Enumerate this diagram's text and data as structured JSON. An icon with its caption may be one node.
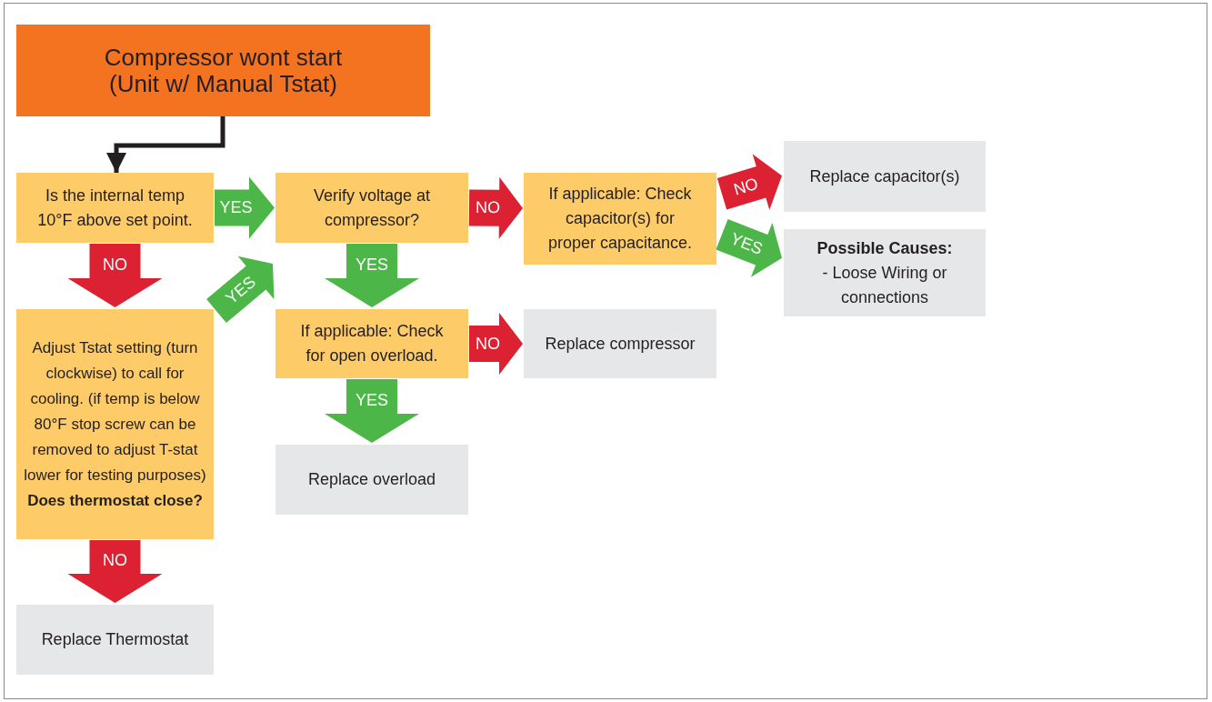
{
  "diagram": {
    "nodes": [
      {
        "text": [
          "Compressor wont start (Unit w/ Manual Tstat)"
        ]
      },
      {
        "text": [
          "Is the internal temp 10°F above set point."
        ]
      },
      {
        "text": [
          "Verify voltage at compressor?"
        ]
      },
      {
        "text": [
          "If applicable: Check capacitor(s) for proper capacitance."
        ]
      },
      {
        "text": [
          "Replace capacitor(s)"
        ]
      },
      {
        "text": [
          "Possible Causes:",
          "- Loose Wiring or connections"
        ]
      },
      {
        "text": [
          "Adjust Tstat setting (turn clockwise) to call for cooling. (if temp is below 80°F stop screw can be removed to adjust T-stat lower for testing purposes)",
          "Does thermostat close?"
        ]
      },
      {
        "text": [
          "If applicable: Check for open overload."
        ]
      },
      {
        "text": [
          "Replace compressor"
        ]
      },
      {
        "text": [
          "Replace overload"
        ]
      },
      {
        "text": [
          "Replace Thermostat"
        ]
      }
    ],
    "edges": [
      {
        "from": 0,
        "to": 1,
        "arrow": "to",
        "color": "#231f20"
      },
      {
        "from": 1,
        "to": 2,
        "arrow": "to",
        "label": "YES",
        "style": "thick",
        "color": "#4cb748"
      },
      {
        "from": 1,
        "to": 6,
        "arrow": "to",
        "label": "NO",
        "style": "thick",
        "color": "#dc2132"
      },
      {
        "from": 6,
        "to": 2,
        "arrow": "to",
        "label": "YES",
        "style": "thick",
        "color": "#4cb748"
      },
      {
        "from": 2,
        "to": 3,
        "arrow": "to",
        "label": "NO",
        "style": "thick",
        "color": "#dc2132"
      },
      {
        "from": 2,
        "to": 7,
        "arrow": "to",
        "label": "YES",
        "style": "thick",
        "color": "#4cb748"
      },
      {
        "from": 3,
        "to": 4,
        "arrow": "to",
        "label": "NO",
        "style": "thick",
        "color": "#dc2132"
      },
      {
        "from": 3,
        "to": 5,
        "arrow": "to",
        "label": "YES",
        "style": "thick",
        "color": "#4cb748"
      },
      {
        "from": 7,
        "to": 8,
        "arrow": "to",
        "label": "NO",
        "style": "thick",
        "color": "#dc2132"
      },
      {
        "from": 7,
        "to": 9,
        "arrow": "to",
        "label": "YES",
        "style": "thick",
        "color": "#4cb748"
      },
      {
        "from": 6,
        "to": 10,
        "arrow": "to",
        "label": "NO",
        "style": "thick",
        "color": "#dc2132"
      }
    ]
  }
}
